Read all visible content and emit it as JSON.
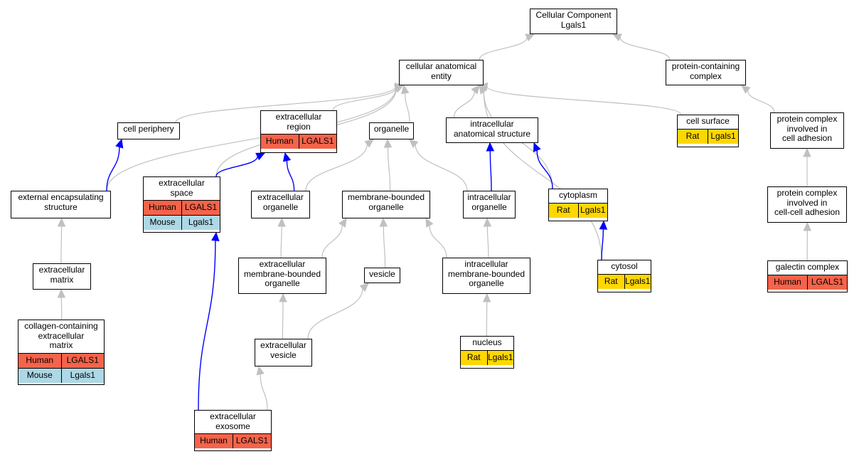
{
  "colors": {
    "human": "#f4634a",
    "mouse": "#add8e6",
    "rat": "#ffd700",
    "edge_gray": "#c0c0c0",
    "edge_blue": "#0000ff"
  },
  "nodes": {
    "root": {
      "lines": [
        "Cellular Component",
        "Lgals1"
      ]
    },
    "cae": {
      "lines": [
        "cellular anatomical",
        "entity"
      ]
    },
    "pcc": {
      "lines": [
        "protein-containing",
        "complex"
      ]
    },
    "periphery": {
      "lines": [
        "cell periphery"
      ]
    },
    "ecregion": {
      "lines": [
        "extracellular",
        "region"
      ],
      "rows": [
        {
          "species": "Human",
          "gene": "LGALS1",
          "color": "human"
        }
      ]
    },
    "organelle": {
      "lines": [
        "organelle"
      ]
    },
    "ias": {
      "lines": [
        "intracellular",
        "anatomical structure"
      ]
    },
    "surface": {
      "lines": [
        "cell surface"
      ],
      "rows": [
        {
          "species": "Rat",
          "gene": "Lgals1",
          "color": "rat"
        }
      ]
    },
    "pcica": {
      "lines": [
        "protein complex",
        "involved in",
        "cell adhesion"
      ]
    },
    "ecspace": {
      "lines": [
        "extracellular",
        "space"
      ],
      "rows": [
        {
          "species": "Human",
          "gene": "LGALS1",
          "color": "human"
        },
        {
          "species": "Mouse",
          "gene": "Lgals1",
          "color": "mouse"
        }
      ]
    },
    "ees": {
      "lines": [
        "external encapsulating",
        "structure"
      ]
    },
    "ecorganelle": {
      "lines": [
        "extracellular",
        "organelle"
      ]
    },
    "mbo": {
      "lines": [
        "membrane-bounded",
        "organelle"
      ]
    },
    "icorganelle": {
      "lines": [
        "intracellular",
        "organelle"
      ]
    },
    "cytoplasm": {
      "lines": [
        "cytoplasm"
      ],
      "rows": [
        {
          "species": "Rat",
          "gene": "Lgals1",
          "color": "rat"
        }
      ]
    },
    "pccca": {
      "lines": [
        "protein complex",
        "involved in",
        "cell-cell adhesion"
      ]
    },
    "ecmatrix": {
      "lines": [
        "extracellular",
        "matrix"
      ]
    },
    "ecmbo": {
      "lines": [
        "extracellular",
        "membrane-bounded",
        "organelle"
      ]
    },
    "vesicle": {
      "lines": [
        "vesicle"
      ]
    },
    "icmbo": {
      "lines": [
        "intracellular",
        "membrane-bounded",
        "organelle"
      ]
    },
    "cytosol": {
      "lines": [
        "cytosol"
      ],
      "rows": [
        {
          "species": "Rat",
          "gene": "Lgals1",
          "color": "rat"
        }
      ]
    },
    "galectin": {
      "lines": [
        "galectin complex"
      ],
      "rows": [
        {
          "species": "Human",
          "gene": "LGALS1",
          "color": "human"
        }
      ]
    },
    "collagen": {
      "lines": [
        "collagen-containing",
        "extracellular",
        "matrix"
      ],
      "rows": [
        {
          "species": "Human",
          "gene": "LGALS1",
          "color": "human"
        },
        {
          "species": "Mouse",
          "gene": "Lgals1",
          "color": "mouse"
        }
      ]
    },
    "nucleus": {
      "lines": [
        "nucleus"
      ],
      "rows": [
        {
          "species": "Rat",
          "gene": "Lgals1",
          "color": "rat"
        }
      ]
    },
    "ecvesicle": {
      "lines": [
        "extracellular",
        "vesicle"
      ]
    },
    "exosome": {
      "lines": [
        "extracellular",
        "exosome"
      ],
      "rows": [
        {
          "species": "Human",
          "gene": "LGALS1",
          "color": "human"
        }
      ]
    }
  },
  "edges": [
    {
      "from": "cae",
      "to": "root",
      "color": "gray"
    },
    {
      "from": "pcc",
      "to": "root",
      "color": "gray"
    },
    {
      "from": "periphery",
      "to": "cae",
      "color": "gray"
    },
    {
      "from": "ecregion",
      "to": "cae",
      "color": "gray"
    },
    {
      "from": "organelle",
      "to": "cae",
      "color": "gray"
    },
    {
      "from": "ias",
      "to": "cae",
      "color": "gray"
    },
    {
      "from": "surface",
      "to": "cae",
      "color": "gray"
    },
    {
      "from": "ees",
      "to": "cae",
      "color": "gray"
    },
    {
      "from": "ecspace",
      "to": "cae",
      "color": "gray"
    },
    {
      "from": "cytoplasm",
      "to": "cae",
      "color": "gray"
    },
    {
      "from": "cytosol",
      "to": "cae",
      "color": "gray"
    },
    {
      "from": "pcica",
      "to": "pcc",
      "color": "gray"
    },
    {
      "from": "pccca",
      "to": "pcica",
      "color": "gray"
    },
    {
      "from": "galectin",
      "to": "pccca",
      "color": "gray"
    },
    {
      "from": "ees",
      "to": "periphery",
      "color": "blue"
    },
    {
      "from": "ecspace",
      "to": "ecregion",
      "color": "blue"
    },
    {
      "from": "ecorganelle",
      "to": "ecregion",
      "color": "blue"
    },
    {
      "from": "ecorganelle",
      "to": "organelle",
      "color": "gray"
    },
    {
      "from": "mbo",
      "to": "organelle",
      "color": "gray"
    },
    {
      "from": "icorganelle",
      "to": "organelle",
      "color": "gray"
    },
    {
      "from": "icorganelle",
      "to": "ias",
      "color": "blue"
    },
    {
      "from": "cytoplasm",
      "to": "ias",
      "color": "blue"
    },
    {
      "from": "ecmatrix",
      "to": "ees",
      "color": "gray"
    },
    {
      "from": "collagen",
      "to": "ecmatrix",
      "color": "gray"
    },
    {
      "from": "ecmbo",
      "to": "ecorganelle",
      "color": "gray"
    },
    {
      "from": "ecmbo",
      "to": "mbo",
      "color": "gray"
    },
    {
      "from": "vesicle",
      "to": "mbo",
      "color": "gray"
    },
    {
      "from": "icmbo",
      "to": "mbo",
      "color": "gray"
    },
    {
      "from": "icmbo",
      "to": "icorganelle",
      "color": "gray"
    },
    {
      "from": "nucleus",
      "to": "icmbo",
      "color": "gray"
    },
    {
      "from": "ecvesicle",
      "to": "ecmbo",
      "color": "gray"
    },
    {
      "from": "ecvesicle",
      "to": "vesicle",
      "color": "gray"
    },
    {
      "from": "exosome",
      "to": "ecvesicle",
      "color": "gray"
    },
    {
      "from": "exosome",
      "to": "ecspace",
      "color": "blue"
    },
    {
      "from": "cytosol",
      "to": "cytoplasm",
      "color": "blue"
    }
  ]
}
